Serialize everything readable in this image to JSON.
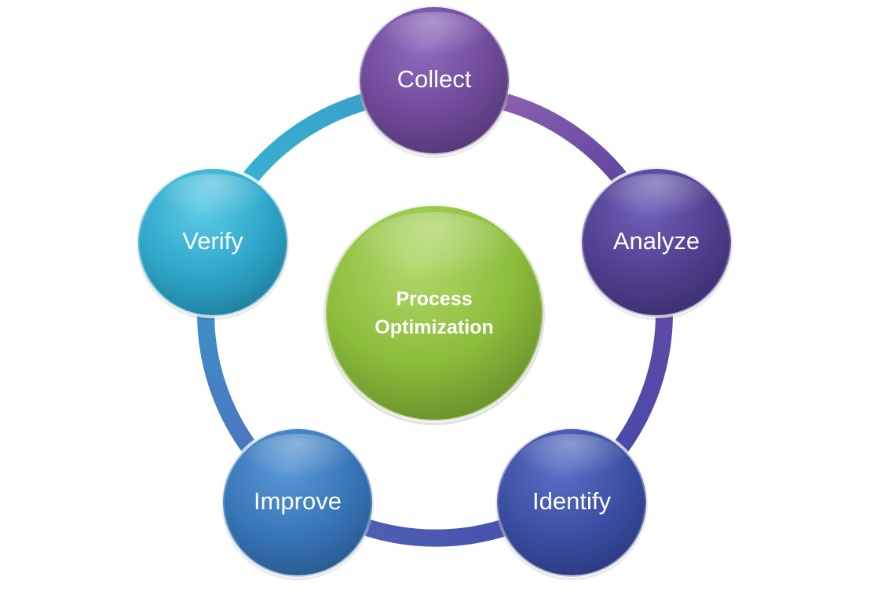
{
  "center": {
    "line1": "Process",
    "line2": "Optimization",
    "color": "#8cbd3b"
  },
  "steps": [
    {
      "label": "Collect",
      "color": "#6f4a9a"
    },
    {
      "label": "Analyze",
      "color": "#51408f"
    },
    {
      "label": "Identify",
      "color": "#3b4fa3"
    },
    {
      "label": "Improve",
      "color": "#3776b8"
    },
    {
      "label": "Verify",
      "color": "#2ea7c9"
    }
  ]
}
